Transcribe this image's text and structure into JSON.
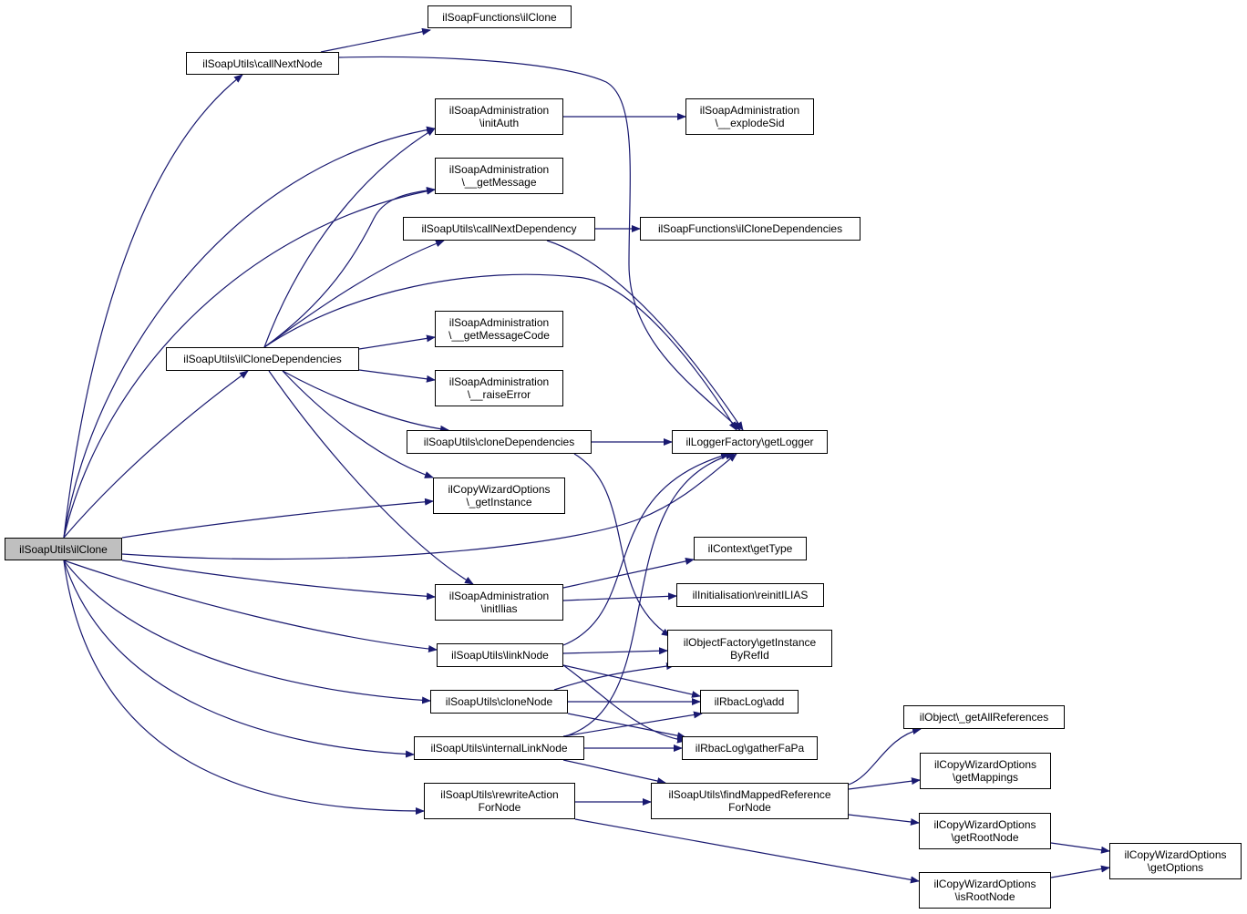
{
  "colors": {
    "edge": "#191970",
    "root_fill": "#bfbfbf",
    "node_fill": "#ffffff",
    "border": "#000000"
  },
  "nodes": {
    "root": "ilSoapUtils\\ilClone",
    "call_next_node": "ilSoapUtils\\callNextNode",
    "soap_functions_ilclone": "ilSoapFunctions\\ilClone",
    "init_auth": "ilSoapAdministration\n\\initAuth",
    "explode_sid": "ilSoapAdministration\n\\__explodeSid",
    "get_message": "ilSoapAdministration\n\\__getMessage",
    "call_next_dependency": "ilSoapUtils\\callNextDependency",
    "soap_functions_ilclone_dependencies": "ilSoapFunctions\\ilCloneDependencies",
    "get_message_code": "ilSoapAdministration\n\\__getMessageCode",
    "ilclone_dependencies": "ilSoapUtils\\ilCloneDependencies",
    "raise_error": "ilSoapAdministration\n\\__raiseError",
    "clone_dependencies": "ilSoapUtils\\cloneDependencies",
    "get_logger": "ilLoggerFactory\\getLogger",
    "cwo_get_instance": "ilCopyWizardOptions\n\\_getInstance",
    "context_get_type": "ilContext\\getType",
    "init_ilias": "ilSoapAdministration\n\\initIlias",
    "reinit_ilias": "ilInitialisation\\reinitILIAS",
    "object_factory": "ilObjectFactory\\getInstance\nByRefId",
    "link_node": "ilSoapUtils\\linkNode",
    "clone_node": "ilSoapUtils\\cloneNode",
    "rbac_add": "ilRbacLog\\add",
    "get_all_references": "ilObject\\_getAllReferences",
    "internal_link_node": "ilSoapUtils\\internalLinkNode",
    "gather_fapa": "ilRbacLog\\gatherFaPa",
    "cwo_get_mappings": "ilCopyWizardOptions\n\\getMappings",
    "rewrite_action": "ilSoapUtils\\rewriteAction\nForNode",
    "find_mapped_ref": "ilSoapUtils\\findMappedReference\nForNode",
    "cwo_get_root_node": "ilCopyWizardOptions\n\\getRootNode",
    "cwo_get_options": "ilCopyWizardOptions\n\\getOptions",
    "cwo_is_root_node": "ilCopyWizardOptions\n\\isRootNode"
  }
}
